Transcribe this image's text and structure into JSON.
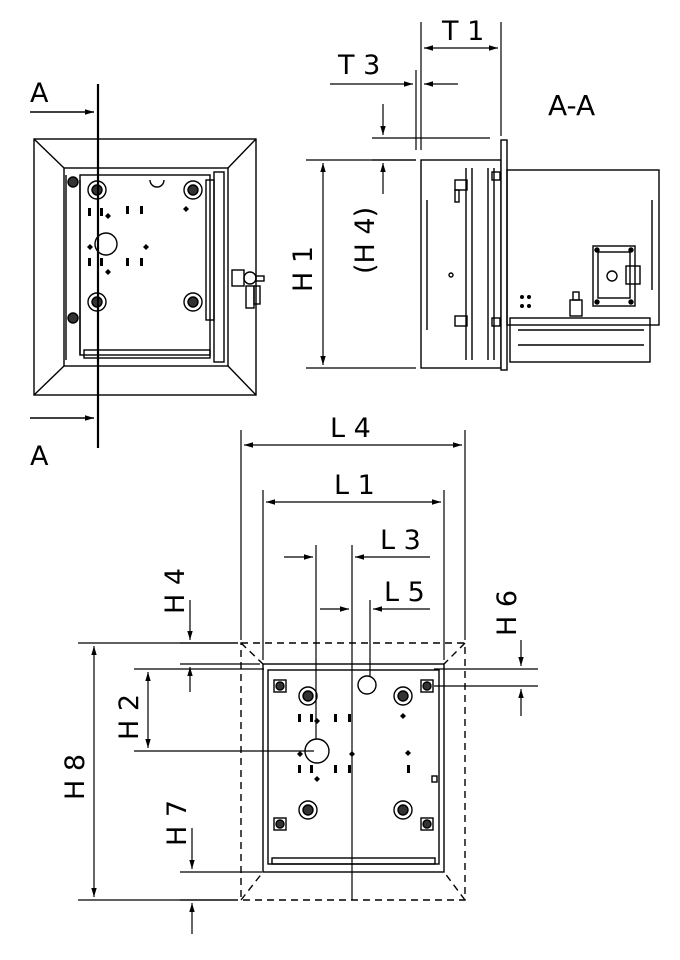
{
  "section": {
    "marker": "A",
    "title": "A-A"
  },
  "dimensions": {
    "t1": "T 1",
    "t3": "T 3",
    "h1": "H 1",
    "h4_ref": "(H 4)",
    "l4": "L 4",
    "l1": "L 1",
    "l3": "L 3",
    "l5": "L 5",
    "h4": "H 4",
    "h6": "H 6",
    "h2": "H 2",
    "h8": "H 8",
    "h7": "H 7"
  }
}
